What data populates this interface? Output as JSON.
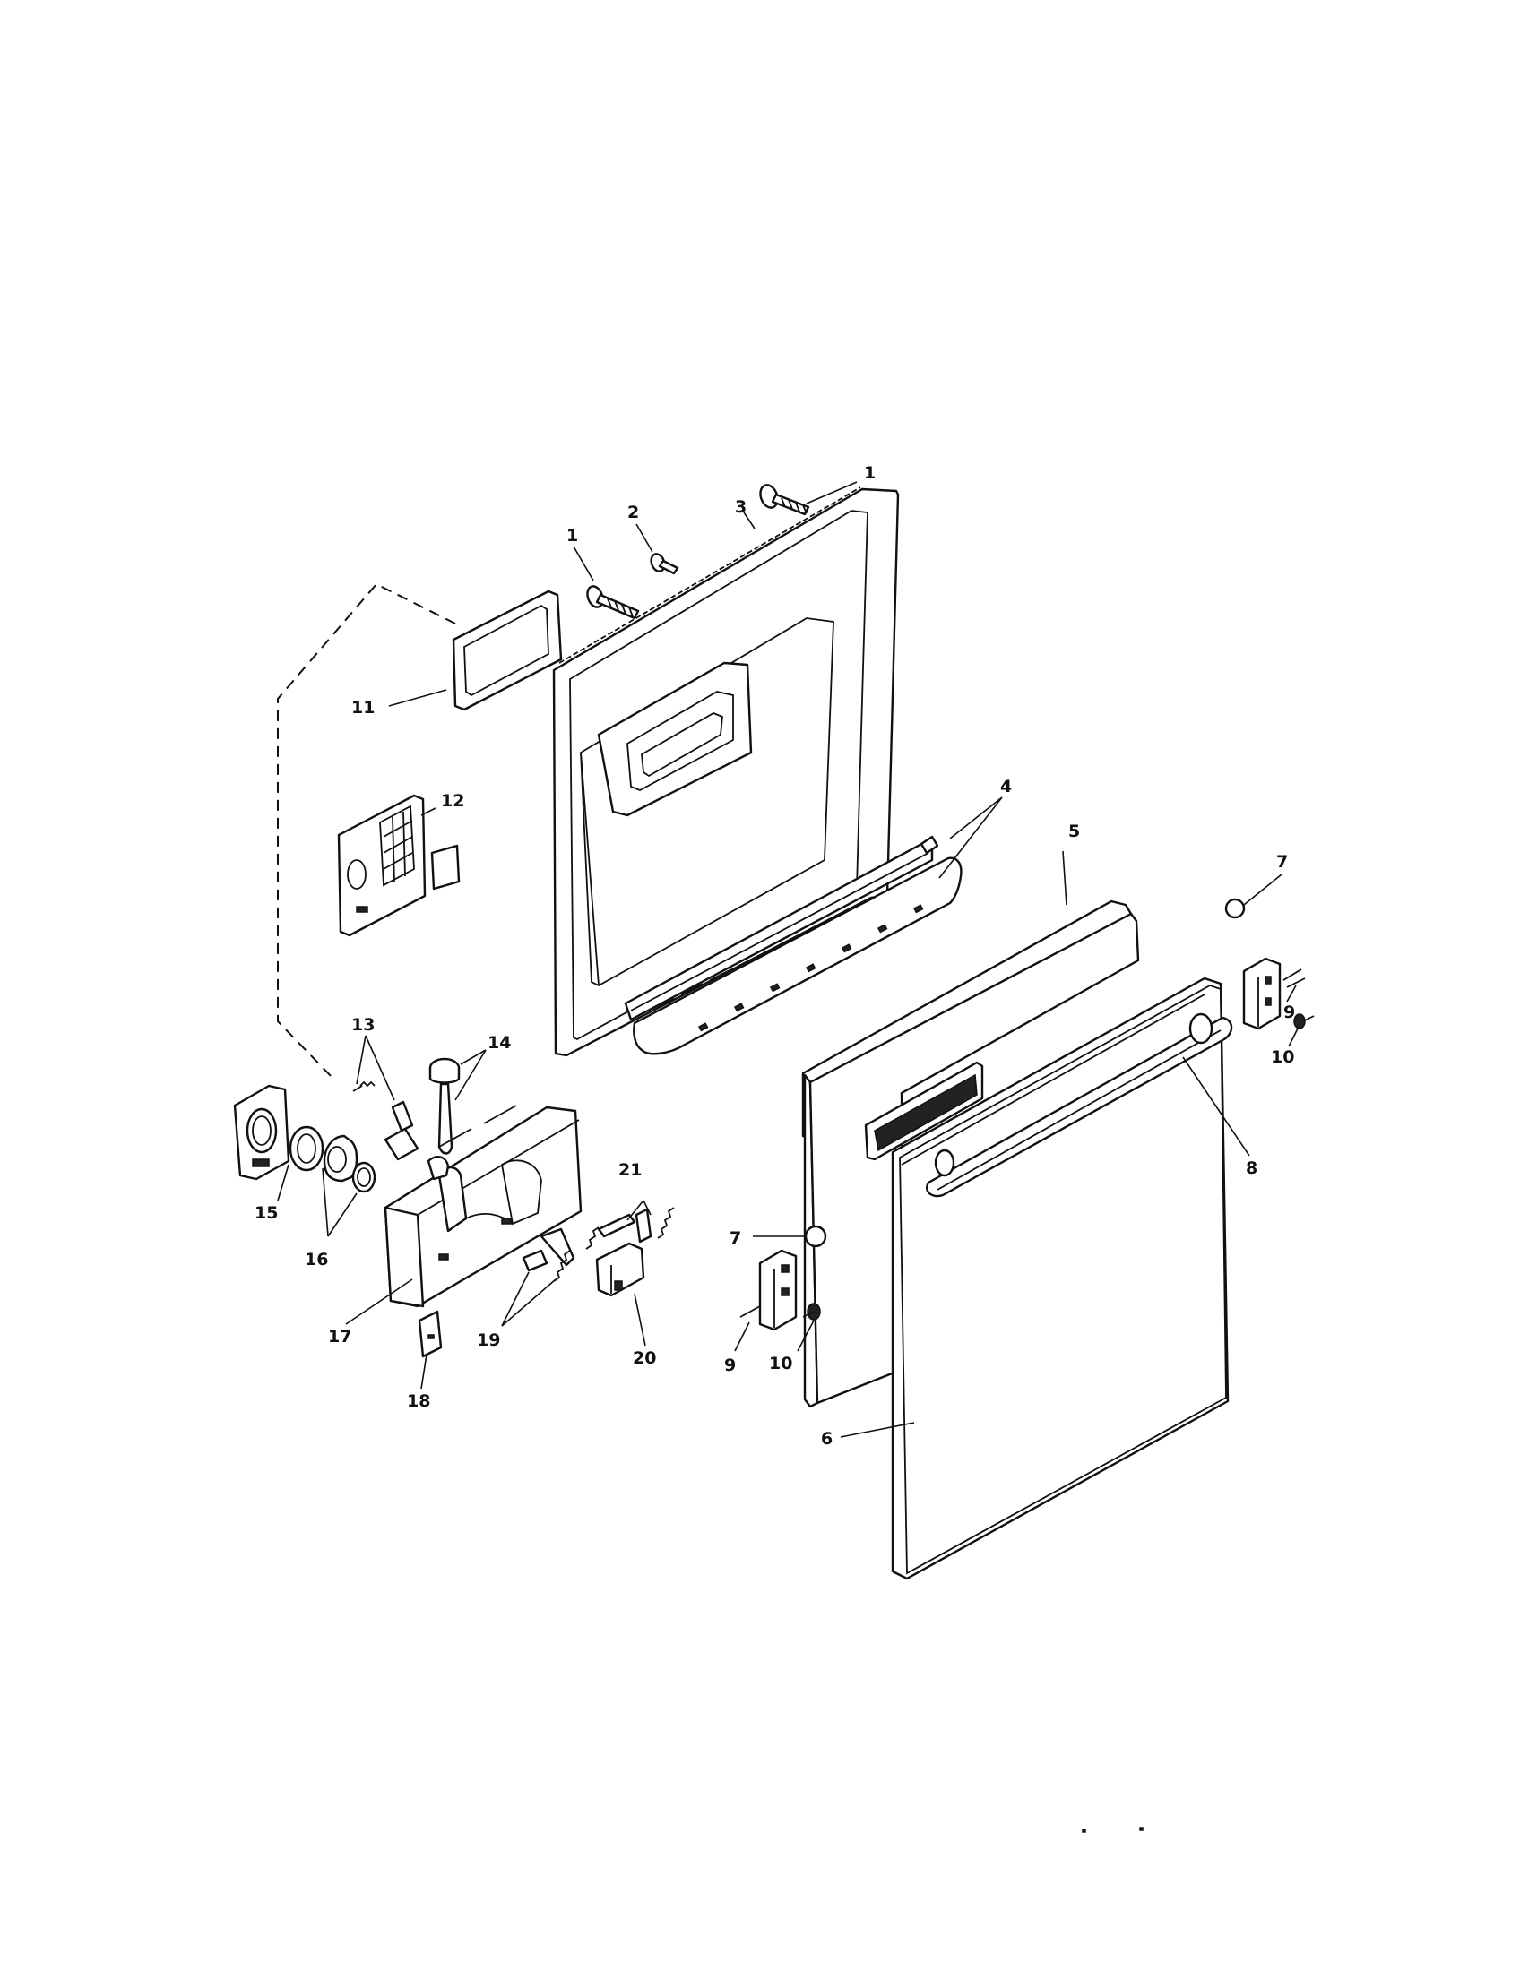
{
  "diagram": {
    "callouts": [
      {
        "id": "c1a",
        "label": "1"
      },
      {
        "id": "c1b",
        "label": "1"
      },
      {
        "id": "c2",
        "label": "2"
      },
      {
        "id": "c3",
        "label": "3"
      },
      {
        "id": "c4",
        "label": "4"
      },
      {
        "id": "c5",
        "label": "5"
      },
      {
        "id": "c6",
        "label": "6"
      },
      {
        "id": "c7a",
        "label": "7"
      },
      {
        "id": "c7b",
        "label": "7"
      },
      {
        "id": "c8",
        "label": "8"
      },
      {
        "id": "c9a",
        "label": "9"
      },
      {
        "id": "c9b",
        "label": "9"
      },
      {
        "id": "c10a",
        "label": "10"
      },
      {
        "id": "c10b",
        "label": "10"
      },
      {
        "id": "c11",
        "label": "11"
      },
      {
        "id": "c12",
        "label": "12"
      },
      {
        "id": "c13",
        "label": "13"
      },
      {
        "id": "c14",
        "label": "14"
      },
      {
        "id": "c15",
        "label": "15"
      },
      {
        "id": "c16",
        "label": "16"
      },
      {
        "id": "c17",
        "label": "17"
      },
      {
        "id": "c18",
        "label": "18"
      },
      {
        "id": "c19",
        "label": "19"
      },
      {
        "id": "c20",
        "label": "20"
      },
      {
        "id": "c21",
        "label": "21"
      }
    ]
  }
}
